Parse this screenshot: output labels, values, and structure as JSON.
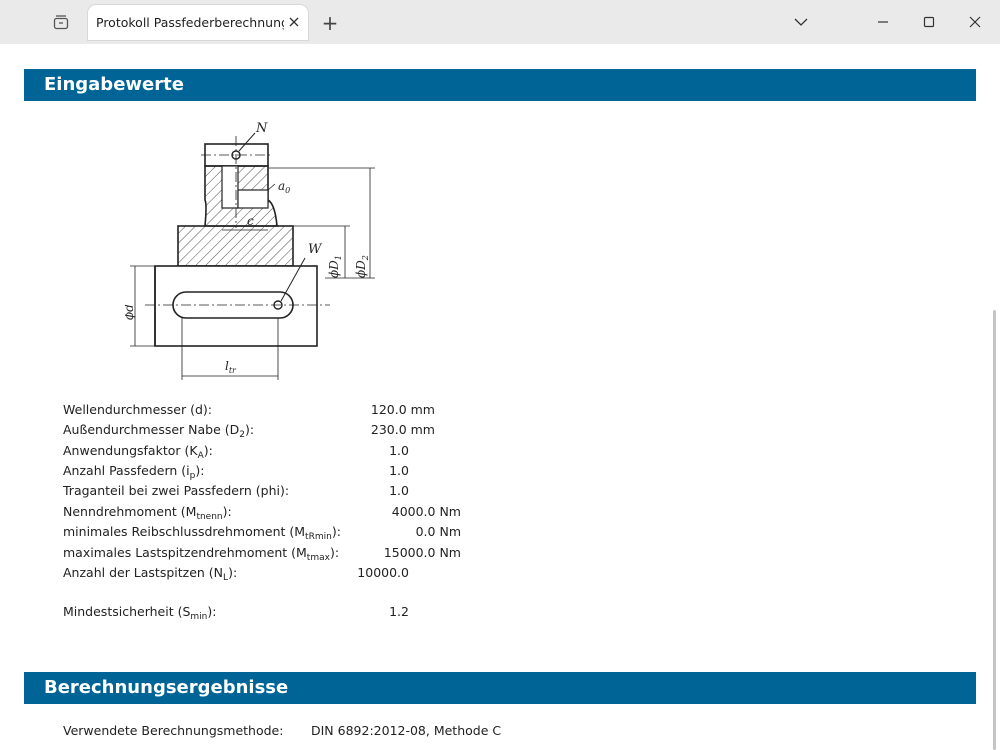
{
  "window": {
    "tab_title": "Protokoll Passfederberechnung DIN",
    "new_tab_label": "+"
  },
  "sections": {
    "input_title": "Eingabewerte",
    "results_title": "Berechnungsergebnisse"
  },
  "drawing_labels": {
    "n": "N",
    "a0": "a",
    "a0_sub": "0",
    "c": "c",
    "w": "W",
    "d1": "ϕD",
    "d1_sub": "1",
    "d2": "ϕD",
    "d2_sub": "2",
    "d": "ϕd",
    "ltr": "l",
    "ltr_sub": "tr"
  },
  "params": [
    {
      "label": "Wellendurchmesser (d):",
      "sub": "",
      "label_end": "",
      "value": "120.0 mm"
    },
    {
      "label": "Außendurchmesser Nabe (D",
      "sub": "2",
      "label_end": "):",
      "value": "230.0 mm"
    },
    {
      "label": "Anwendungsfaktor (K",
      "sub": "A",
      "label_end": "):",
      "value": "1.0"
    },
    {
      "label": "Anzahl Passfedern (i",
      "sub": "p",
      "label_end": "):",
      "value": "1.0"
    },
    {
      "label": "Traganteil bei zwei Passfedern (phi):",
      "sub": "",
      "label_end": "",
      "value": "1.0"
    },
    {
      "label": "Nenndrehmoment (M",
      "sub": "tnenn",
      "label_end": "):",
      "value": "4000.0 Nm"
    },
    {
      "label": "minimales Reibschlussdrehmoment (M",
      "sub": "tRmin",
      "label_end": "):",
      "value": "0.0 Nm"
    },
    {
      "label": "maximales Lastspitzendrehmoment (M",
      "sub": "tmax",
      "label_end": "):",
      "value": "15000.0 Nm"
    },
    {
      "label": "Anzahl der Lastspitzen (N",
      "sub": "L",
      "label_end": "):",
      "value": "10000.0"
    }
  ],
  "safety": {
    "label": "Mindestsicherheit (S",
    "sub": "min",
    "label_end": "):",
    "value": "1.2"
  },
  "results": {
    "method_label": "Verwendete Berechnungsmethode:",
    "method_value": "DIN 6892:2012-08, Methode C"
  }
}
